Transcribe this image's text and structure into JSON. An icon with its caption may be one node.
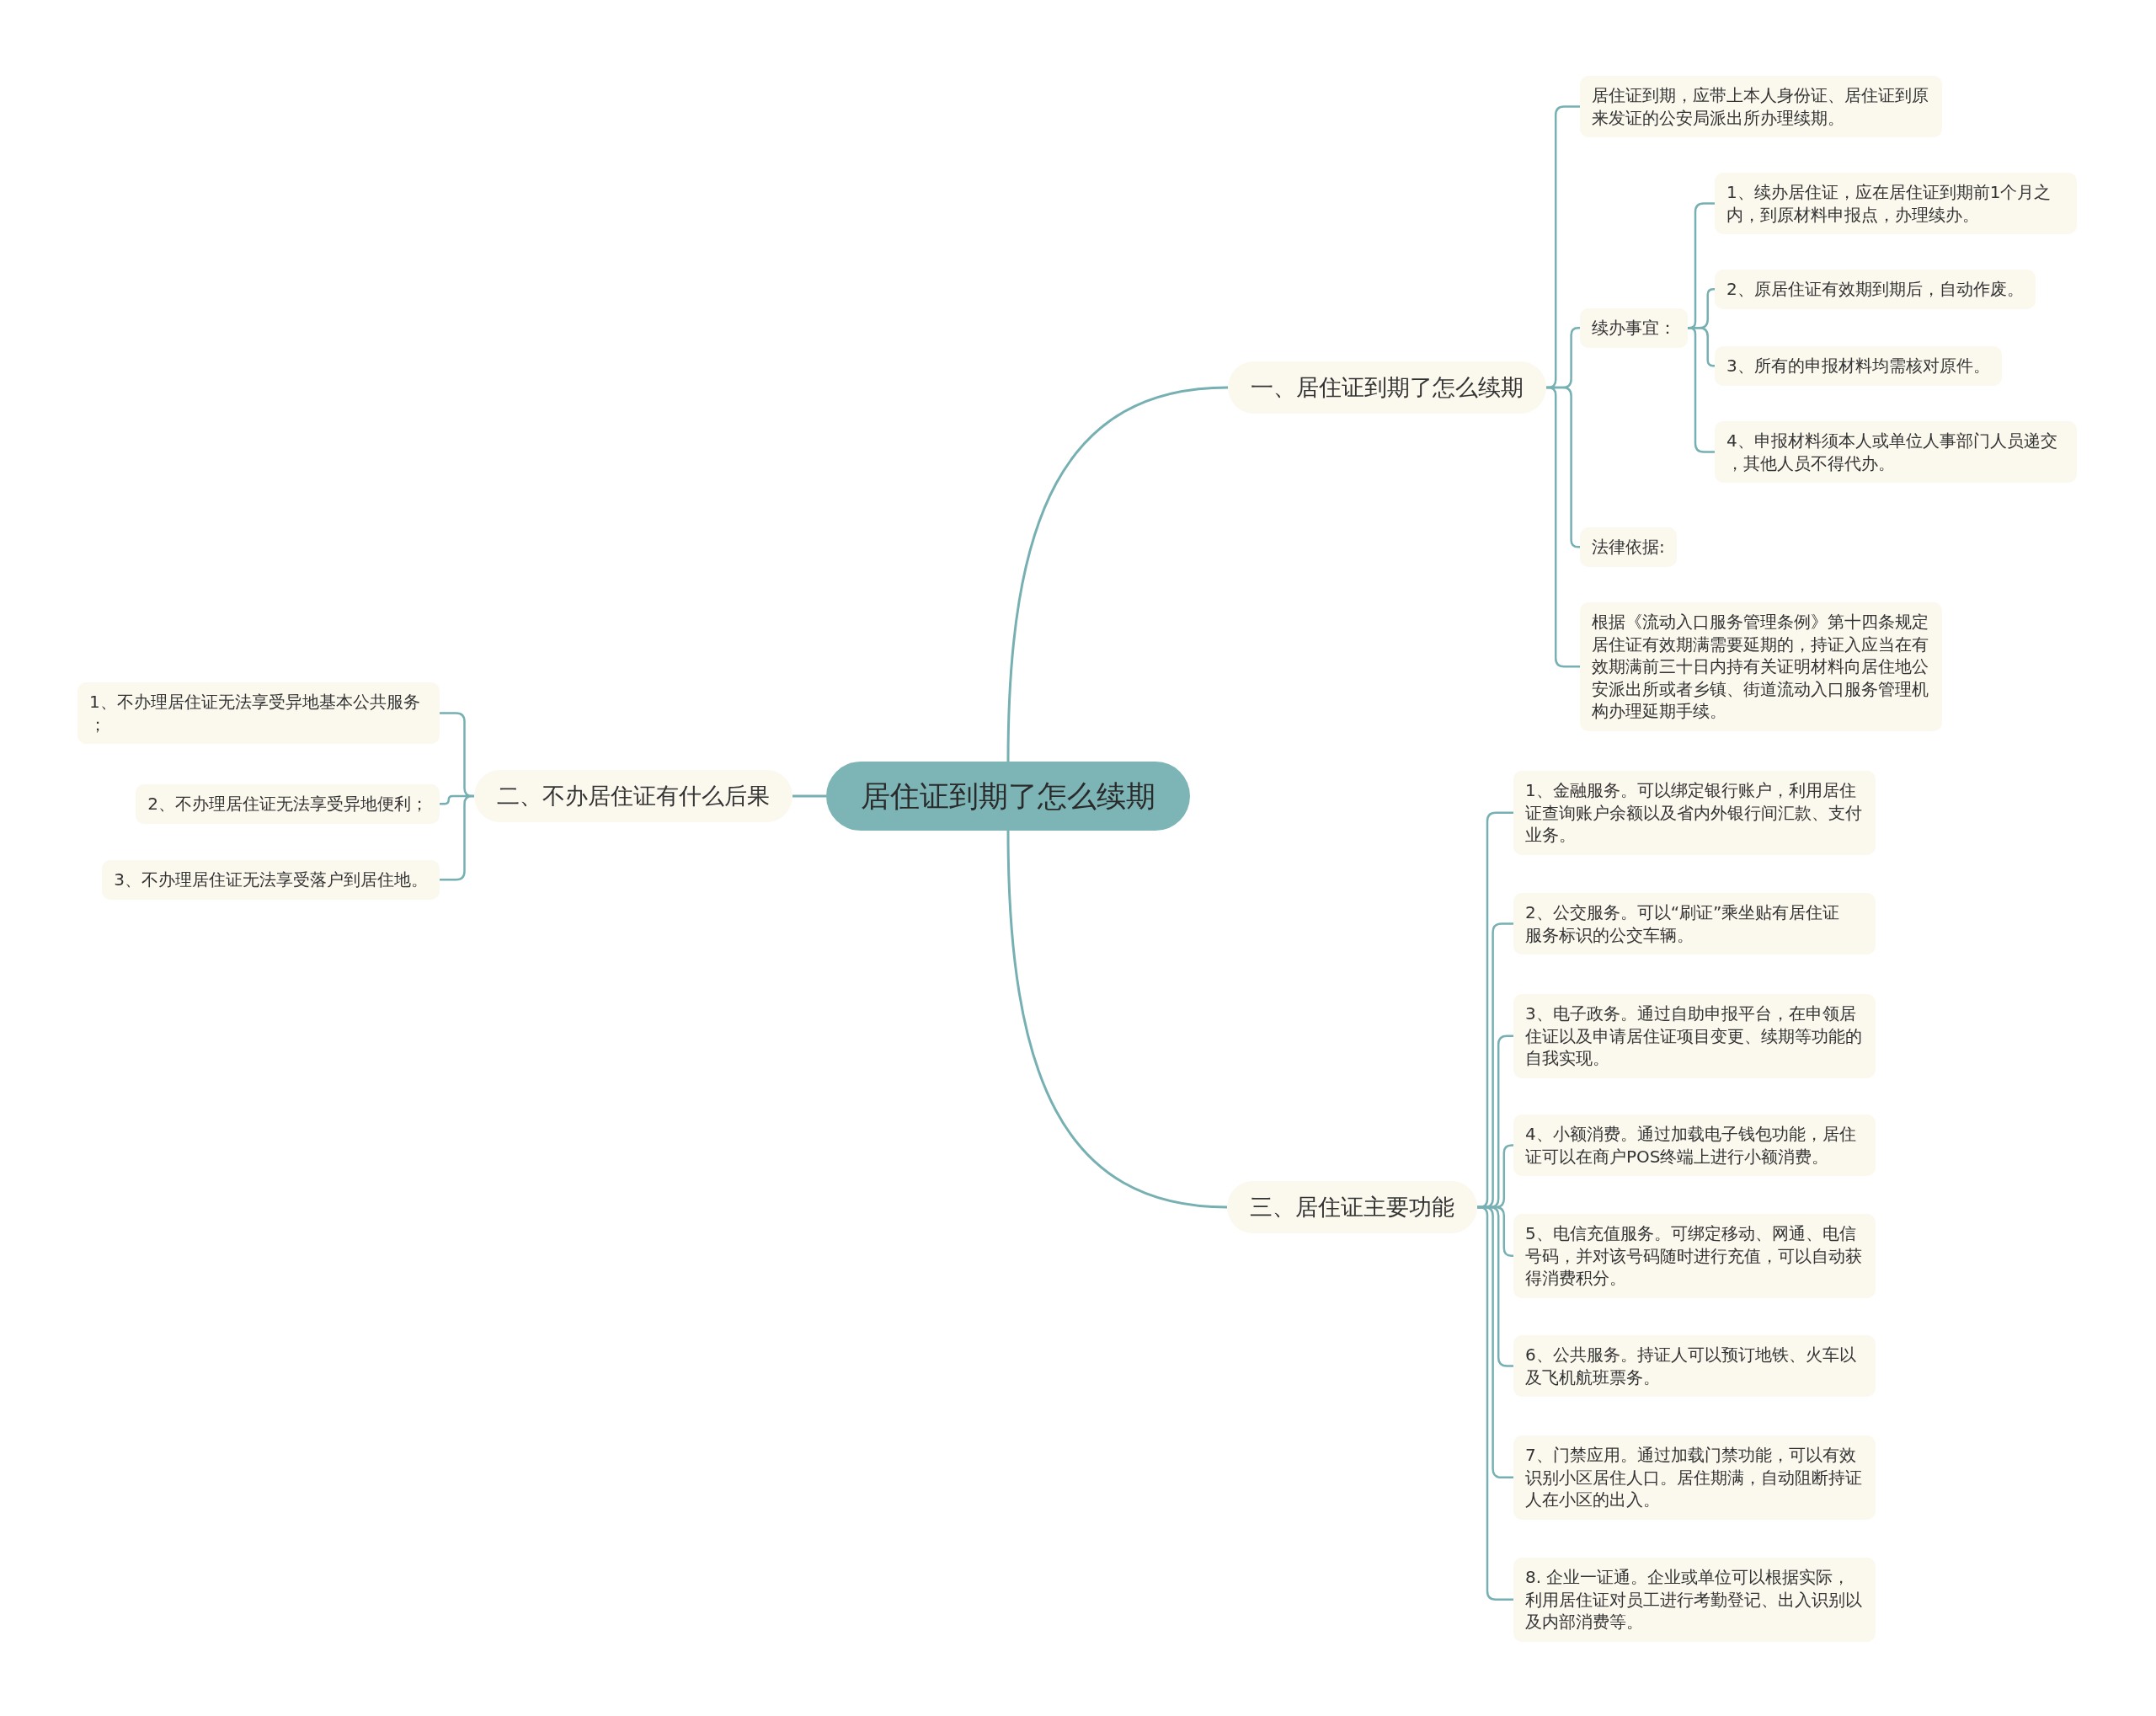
{
  "diagram": {
    "nodes": [
      {
        "text": [
          "居住证到期了怎么续期"
        ]
      },
      {
        "text": [
          "一、居住证到期了怎么续期"
        ]
      },
      {
        "text": [
          "居住证到期，应带上本人身份证、居住证到原来发证的公安局派出所办理续期。"
        ]
      },
      {
        "text": [
          "续办事宜："
        ]
      },
      {
        "text": [
          "1、续办居住证，应在居住证到期前1个月之内，到原材料申报点，办理续办。"
        ]
      },
      {
        "text": [
          "2、原居住证有效期到期后，自动作废。"
        ]
      },
      {
        "text": [
          "3、所有的申报材料均需核对原件。"
        ]
      },
      {
        "text": [
          "4、申报材料须本人或单位人事部门人员递交，其他人员不得代办。"
        ]
      },
      {
        "text": [
          "法律依据:"
        ]
      },
      {
        "text": [
          "根据《流动入口服务管理条例》第十四条规定居住证有效期满需要延期的，持证入应当在有效期满前三十日内持有关证明材料向居住地公安派出所或者乡镇、街道流动入口服务管理机构办理延期手续。"
        ]
      },
      {
        "text": [
          "二、不办居住证有什么后果"
        ]
      },
      {
        "text": [
          "1、不办理居住证无法享受异地基本公共服务；"
        ]
      },
      {
        "text": [
          "2、不办理居住证无法享受异地便利；"
        ]
      },
      {
        "text": [
          "3、不办理居住证无法享受落户到居住地。"
        ]
      },
      {
        "text": [
          "三、居住证主要功能"
        ]
      },
      {
        "text": [
          "1、金融服务。可以绑定银行账户，利用居住证查询账户余额以及省内外银行间汇款、支付业务。"
        ]
      },
      {
        "text": [
          "2、公交服务。可以“刷证”乘坐贴有居住证服务标识的公交车辆。"
        ]
      },
      {
        "text": [
          "3、电子政务。通过自助申报平台，在申领居住证以及申请居住证项目变更、续期等功能的自我实现。"
        ]
      },
      {
        "text": [
          "4、小额消费。通过加载电子钱包功能，居住证可以在商户POS终端上进行小额消费。"
        ]
      },
      {
        "text": [
          "5、电信充值服务。可绑定移动、网通、电信号码，并对该号码随时进行充值，可以自动获得消费积分。"
        ]
      },
      {
        "text": [
          "6、公共服务。持证人可以预订地铁、火车以及飞机航班票务。"
        ]
      },
      {
        "text": [
          "7、门禁应用。通过加载门禁功能，可以有效识别小区居住人口。居住期满，自动阻断持证人在小区的出入。"
        ]
      },
      {
        "text": [
          "8. 企业一证通。企业或单位可以根据实际，利用居住证对员工进行考勤登记、出入识别以及内部消费等。"
        ]
      }
    ],
    "edges": [
      {
        "from": 0,
        "to": 1,
        "arrow": "none"
      },
      {
        "from": 1,
        "to": 2,
        "arrow": "none"
      },
      {
        "from": 1,
        "to": 3,
        "arrow": "none"
      },
      {
        "from": 3,
        "to": 4,
        "arrow": "none"
      },
      {
        "from": 3,
        "to": 5,
        "arrow": "none"
      },
      {
        "from": 3,
        "to": 6,
        "arrow": "none"
      },
      {
        "from": 3,
        "to": 7,
        "arrow": "none"
      },
      {
        "from": 1,
        "to": 8,
        "arrow": "none"
      },
      {
        "from": 1,
        "to": 9,
        "arrow": "none"
      },
      {
        "from": 0,
        "to": 10,
        "arrow": "none"
      },
      {
        "from": 10,
        "to": 11,
        "arrow": "none"
      },
      {
        "from": 10,
        "to": 12,
        "arrow": "none"
      },
      {
        "from": 10,
        "to": 13,
        "arrow": "none"
      },
      {
        "from": 0,
        "to": 14,
        "arrow": "none"
      },
      {
        "from": 14,
        "to": 15,
        "arrow": "none"
      },
      {
        "from": 14,
        "to": 16,
        "arrow": "none"
      },
      {
        "from": 14,
        "to": 17,
        "arrow": "none"
      },
      {
        "from": 14,
        "to": 18,
        "arrow": "none"
      },
      {
        "from": 14,
        "to": 19,
        "arrow": "none"
      },
      {
        "from": 14,
        "to": 20,
        "arrow": "none"
      },
      {
        "from": 14,
        "to": 21,
        "arrow": "none"
      },
      {
        "from": 14,
        "to": 22,
        "arrow": "none"
      }
    ]
  }
}
